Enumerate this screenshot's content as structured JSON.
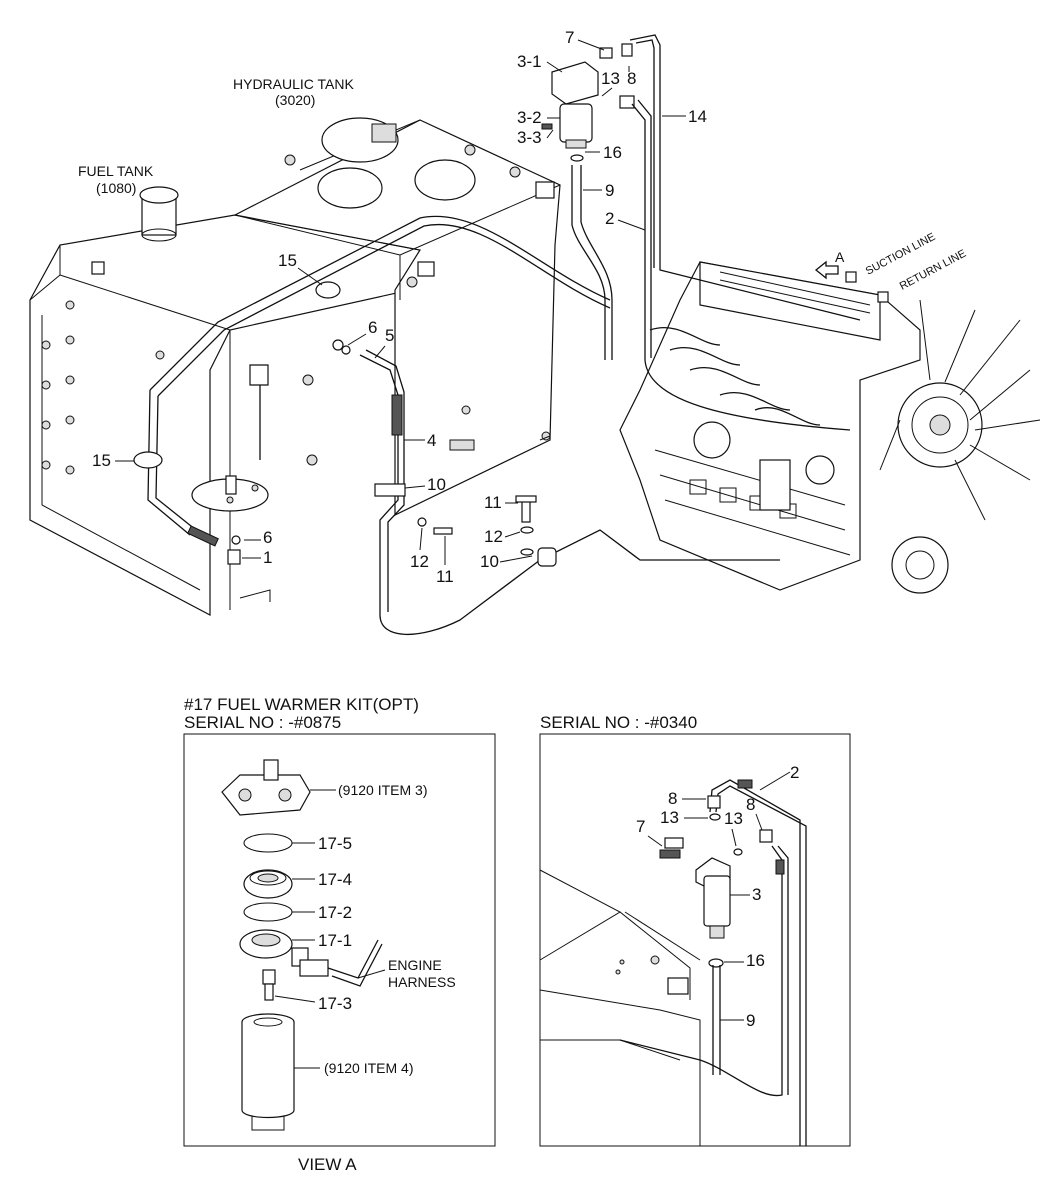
{
  "main_view": {
    "tanks": {
      "hydraulic_tank": {
        "label": "HYDRAULIC TANK",
        "code": "(3020)"
      },
      "fuel_tank": {
        "label": "FUEL TANK",
        "code": "(1080)"
      }
    },
    "engine_lines": {
      "suction": "SUCTION LINE",
      "return": "RETURN LINE",
      "view_marker": "A"
    },
    "callouts": [
      "7",
      "3-1",
      "13",
      "8",
      "3-2",
      "3-3",
      "16",
      "9",
      "14",
      "2",
      "15",
      "6",
      "5",
      "4",
      "10",
      "11",
      "12",
      "10",
      "12",
      "11",
      "15",
      "6",
      "1"
    ]
  },
  "kit_view": {
    "title": "#17 FUEL WARMER KIT(OPT)",
    "serial": "SERIAL NO : -#0875",
    "callouts": {
      "item3": "(9120 ITEM 3)",
      "p17_5": "17-5",
      "p17_4": "17-4",
      "p17_2": "17-2",
      "p17_1": "17-1",
      "engine_harness_1": "ENGINE",
      "engine_harness_2": "HARNESS",
      "p17_3": "17-3",
      "item4": "(9120 ITEM 4)"
    },
    "caption": "VIEW A"
  },
  "serial_view": {
    "serial": "SERIAL NO : -#0340",
    "callouts": [
      "2",
      "8",
      "13",
      "7",
      "13",
      "8",
      "3",
      "16",
      "9"
    ]
  }
}
